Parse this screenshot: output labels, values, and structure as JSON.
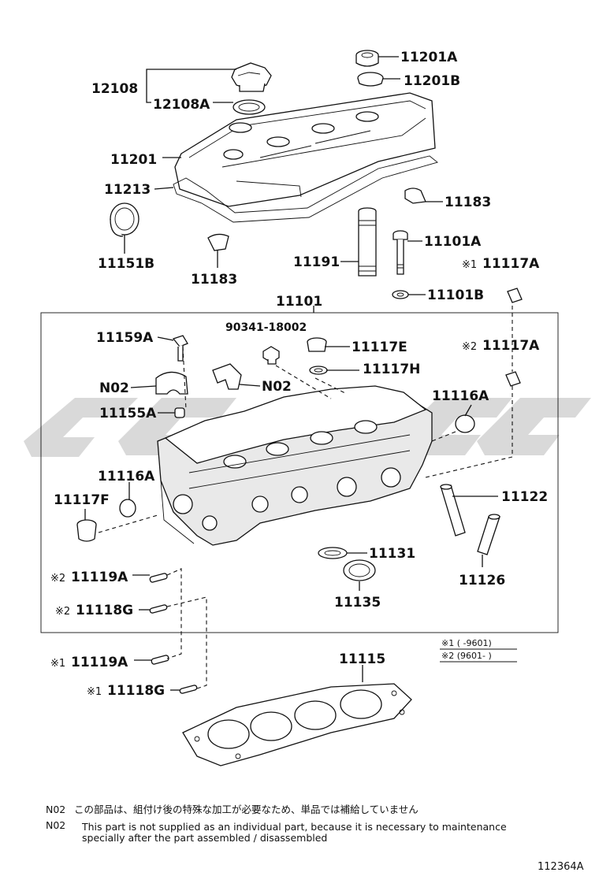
{
  "watermark": {
    "color": "#d9d9d9"
  },
  "parts": {
    "p12108": "12108",
    "p12108A": "12108A",
    "p11201A": "11201A",
    "p11201B": "11201B",
    "p11201": "11201",
    "p11213": "11213",
    "p11183_right": "11183",
    "p11151B": "11151B",
    "p11183_left": "11183",
    "p11191": "11191",
    "p11101A": "11101A",
    "p11117A_top_mark": "※1",
    "p11117A_top": "11117A",
    "p11101B": "11101B",
    "p11101": "11101",
    "p90341": "90341-18002",
    "p11159A": "11159A",
    "p11117E": "11117E",
    "p11117A_mid_mark": "※2",
    "p11117A_mid": "11117A",
    "p11117H": "11117H",
    "pN02_left": "N02",
    "pN02_right": "N02",
    "p11116A_right": "11116A",
    "p11155A": "11155A",
    "p11116A_left": "11116A",
    "p11117F": "11117F",
    "p11122": "11122",
    "p11131": "11131",
    "p11119A_in_mark": "※2",
    "p11119A_in": "11119A",
    "p11126": "11126",
    "p11135": "11135",
    "p11118G_in_mark": "※2",
    "p11118G_in": "11118G",
    "p11119A_out_mark": "※1",
    "p11119A_out": "11119A",
    "p11115": "11115",
    "p11118G_out_mark": "※1",
    "p11118G_out": "11118G"
  },
  "legend": {
    "row1": "※1 (    -9601)",
    "row2": "※2 (9601-    )"
  },
  "notes": {
    "jp_code": "N02",
    "jp_text": "この部品は、組付け後の特殊な加工が必要なため、単品では補給していません",
    "en_code": "N02",
    "en_line1": "This part is not supplied as an individual part, because it is necessary to maintenance",
    "en_line2": "specially after the part assembled / disassembled"
  },
  "figure_number": "112364A"
}
